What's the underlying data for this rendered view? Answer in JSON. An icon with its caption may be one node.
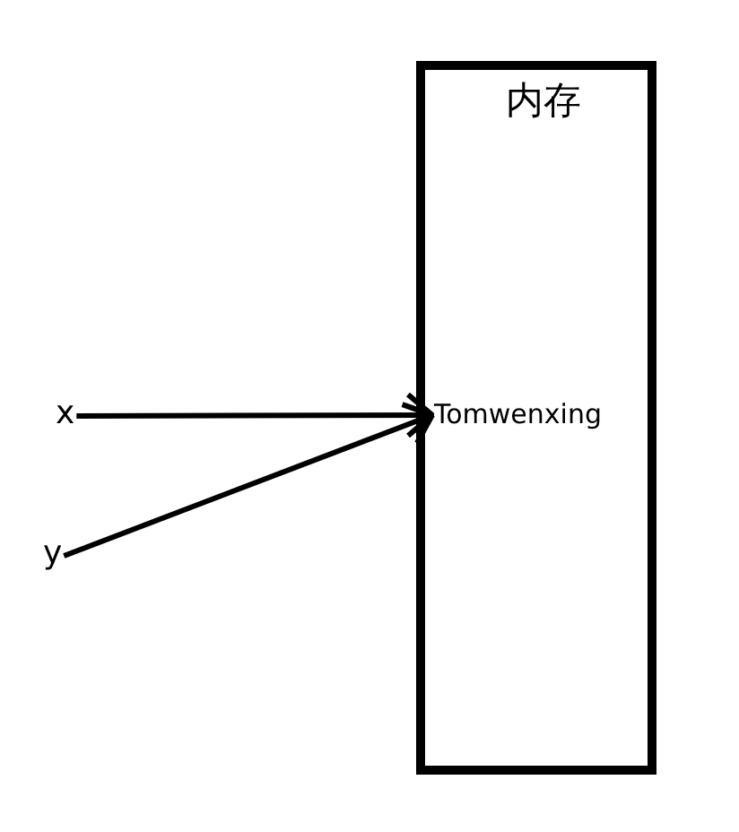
{
  "diagram": {
    "nodes": [
      {
        "text": [
          "内存"
        ]
      },
      {
        "text": [
          "Tomwenxing"
        ],
        "in": 0
      },
      {
        "text": [
          "x"
        ]
      },
      {
        "text": [
          "y"
        ]
      }
    ],
    "edges": [
      {
        "from": 2,
        "to": 1,
        "arrow": "to"
      },
      {
        "from": 3,
        "to": 1,
        "arrow": "to"
      }
    ]
  }
}
